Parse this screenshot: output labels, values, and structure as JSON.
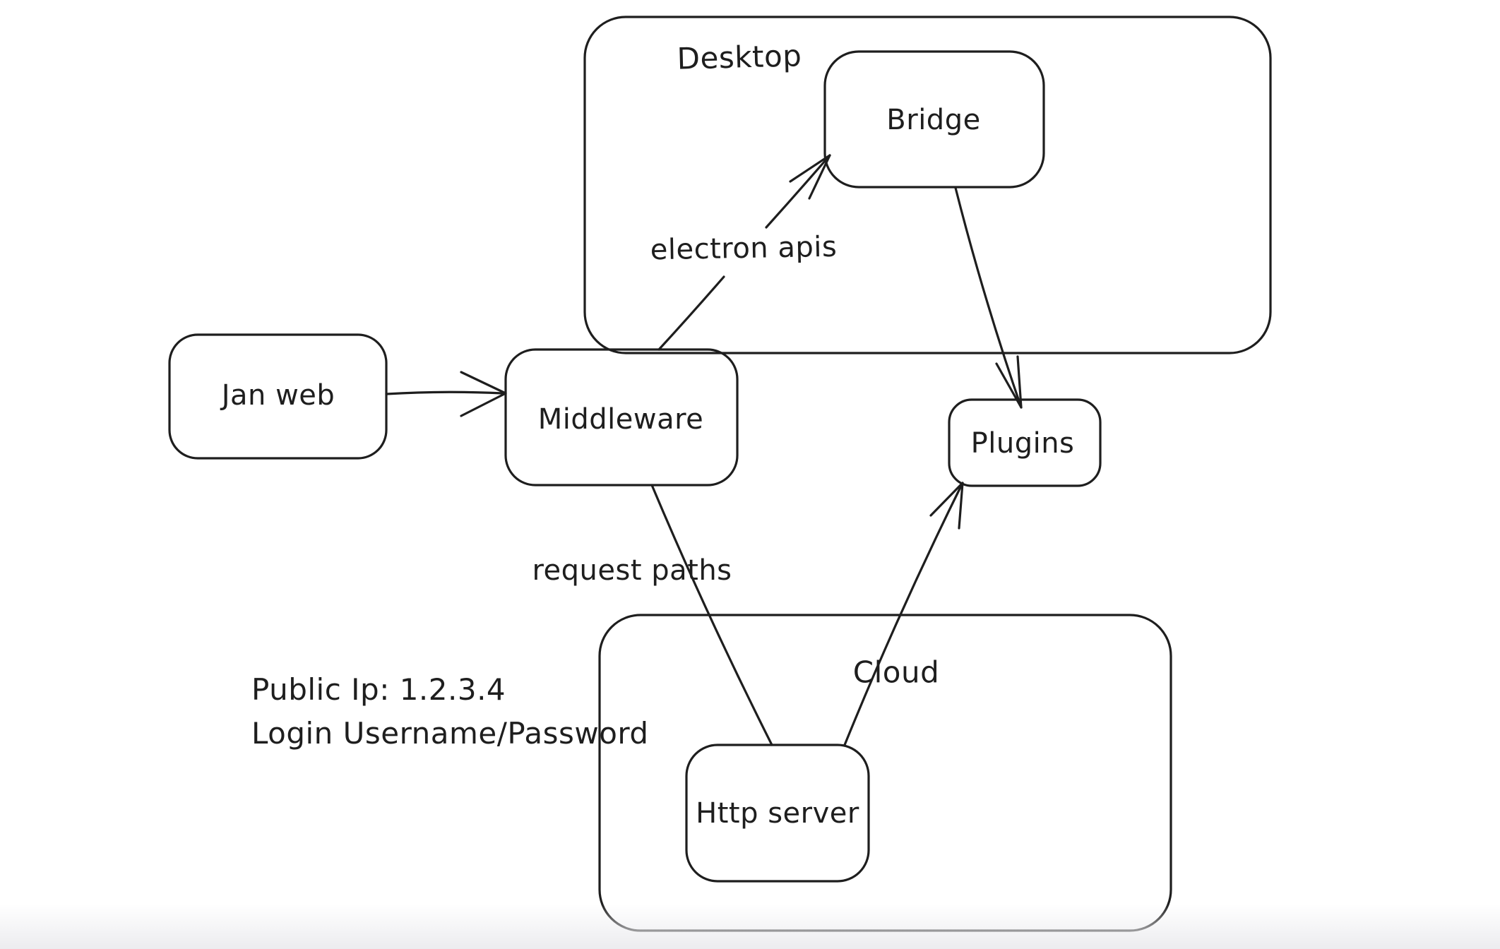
{
  "canvas": {
    "background": "#ffffff",
    "stroke_color": "#1e1e1e",
    "bottom_fade_color": "#ececef"
  },
  "containers": [
    {
      "label": "Desktop"
    },
    {
      "label": "Cloud"
    }
  ],
  "nodes": [
    {
      "label": "Jan web"
    },
    {
      "label": "Middleware"
    },
    {
      "label": "Bridge"
    },
    {
      "label": "Plugins"
    },
    {
      "label": "Http server"
    }
  ],
  "edges": [
    {
      "from": "Jan web",
      "to": "Middleware",
      "label": ""
    },
    {
      "from": "Middleware",
      "to": "Bridge",
      "label": "electron apis"
    },
    {
      "from": "Bridge",
      "to": "Plugins",
      "label": ""
    },
    {
      "from": "Middleware",
      "to": "Http server",
      "label": "request paths"
    },
    {
      "from": "Http server",
      "to": "Plugins",
      "label": ""
    }
  ],
  "annotation": {
    "line1": "Public Ip: 1.2.3.4",
    "line2": "Login Username/Password"
  }
}
